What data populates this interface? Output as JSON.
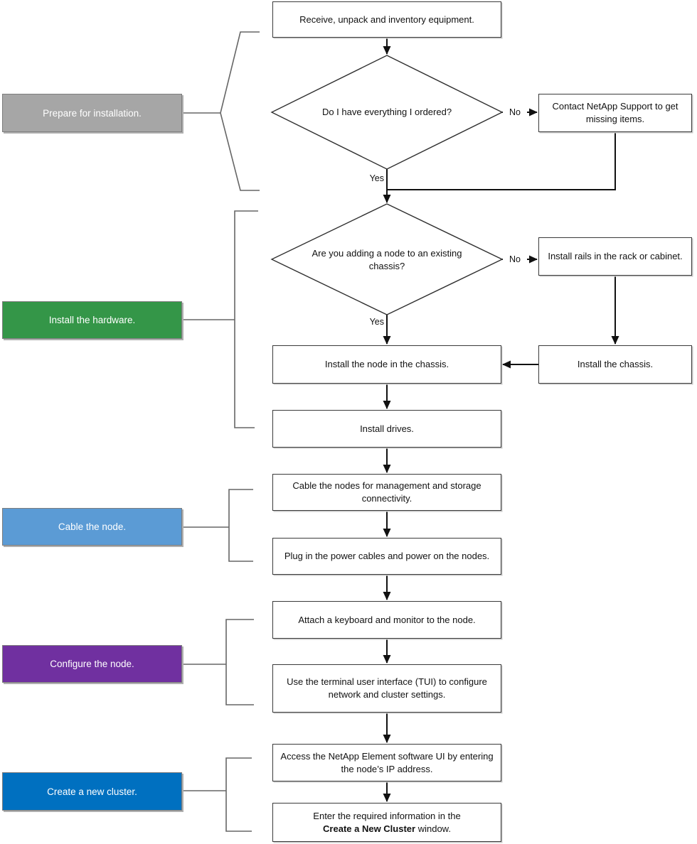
{
  "phases": [
    {
      "label": "Prepare for installation.",
      "color": "#a6a6a6"
    },
    {
      "label": "Install the hardware.",
      "color": "#349648"
    },
    {
      "label": "Cable the node.",
      "color": "#5b9bd5"
    },
    {
      "label": "Configure the node.",
      "color": "#7030a0"
    },
    {
      "label": "Create a new cluster.",
      "color": "#0070c0"
    }
  ],
  "steps": {
    "receive": "Receive, unpack and inventory equipment.",
    "contact_support": "Contact NetApp Support to get missing items.",
    "install_rails": "Install rails in the rack or cabinet.",
    "install_chassis": "Install the chassis.",
    "install_node": "Install the node in the chassis.",
    "install_drives": "Install drives.",
    "cable_nodes": "Cable the nodes for management and storage connectivity.",
    "plug_power": "Plug in the power cables and power on the nodes.",
    "attach_keyboard": "Attach a keyboard and monitor to the node.",
    "use_tui": "Use the terminal user interface (TUI) to configure network and cluster settings.",
    "access_ui": "Access the NetApp Element software UI by entering the node’s IP address.",
    "enter_info": {
      "line1": "Enter the required information in the",
      "bold": "Create a New Cluster",
      "suffix": " window."
    }
  },
  "decisions": {
    "have_everything": "Do I have everything I ordered?",
    "existing_chassis": "Are you adding a node to an existing chassis?"
  },
  "branch_labels": {
    "yes": "Yes",
    "no": "No"
  },
  "colors": {
    "arrow": "#111111",
    "bracket": "#666666",
    "box_border": "#3a3a3a"
  }
}
